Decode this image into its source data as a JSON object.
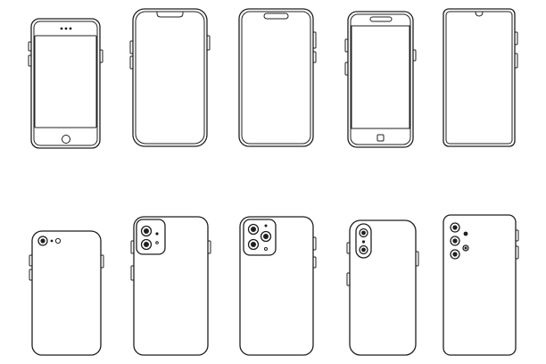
{
  "illustration": {
    "front_views": [
      "phone-classic-home-button",
      "phone-notch",
      "phone-pill-cutout",
      "phone-compact-home-button",
      "phone-waterdrop-notch"
    ],
    "back_views": [
      "phone-single-camera",
      "phone-dual-camera-square",
      "phone-triple-camera-square",
      "phone-vertical-dual-camera",
      "phone-vertical-quad-camera"
    ],
    "line_color": "#1f1f1f",
    "background_color": "#ffffff"
  }
}
